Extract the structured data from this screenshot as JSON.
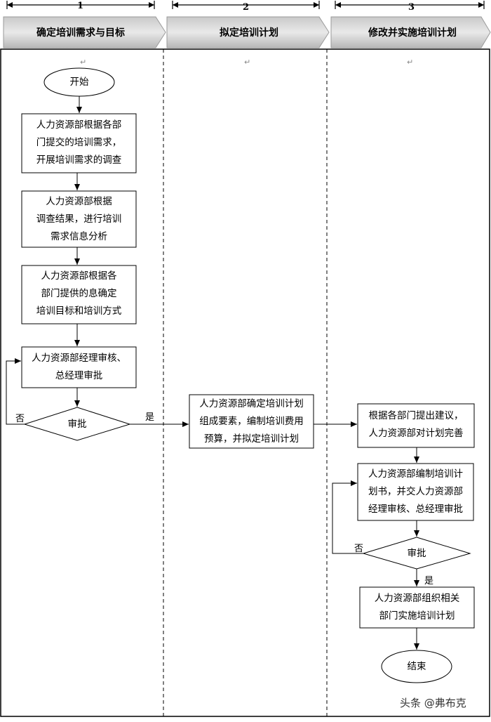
{
  "phases": [
    {
      "number": "1",
      "title": "确定培训需求与目标"
    },
    {
      "number": "2",
      "title": "拟定培训计划"
    },
    {
      "number": "3",
      "title": "修改并实施培训计划"
    }
  ],
  "nodes": {
    "start": "开始",
    "step1": [
      "人力资源部根据各部",
      "门提交的培训需求，",
      "开展培训需求的调查"
    ],
    "step2": [
      "人力资源部根据",
      "调查结果，进行培训",
      "需求信息分析"
    ],
    "step3": [
      "人力资源部根据各",
      "部门提供的息确定",
      "培训目标和培训方式"
    ],
    "step4": [
      "人力资源部经理审核、",
      "总经理审批"
    ],
    "decision1": "审批",
    "step5": [
      "人力资源部确定培训计划",
      "组成要素，编制培训费用",
      "预算，并拟定培训计划"
    ],
    "step6": [
      "根据各部门提出建议，",
      "人力资源部对计划完善"
    ],
    "step7": [
      "人力资源部编制培训计",
      "划书，并交人力资源部",
      "经理审核、总经理审批"
    ],
    "decision2": "审批",
    "step8": [
      "人力资源部组织相关",
      "部门实施培训计划"
    ],
    "end": "结束"
  },
  "edge_labels": {
    "yes1": "是",
    "no1": "否",
    "yes2": "是",
    "no2": "否"
  },
  "watermark": "头条 @弗布克"
}
